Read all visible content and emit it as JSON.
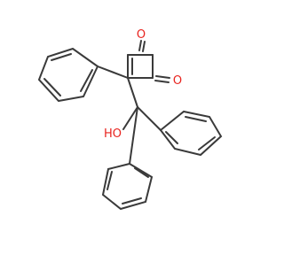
{
  "molecule": {
    "atom_labels": {
      "oxygen_top": "O",
      "oxygen_right": "O",
      "hydroxyl": "HO"
    },
    "colors": {
      "bond": "#3a3a3a",
      "oxygen": "#e8231e",
      "background": "#ffffff"
    }
  }
}
